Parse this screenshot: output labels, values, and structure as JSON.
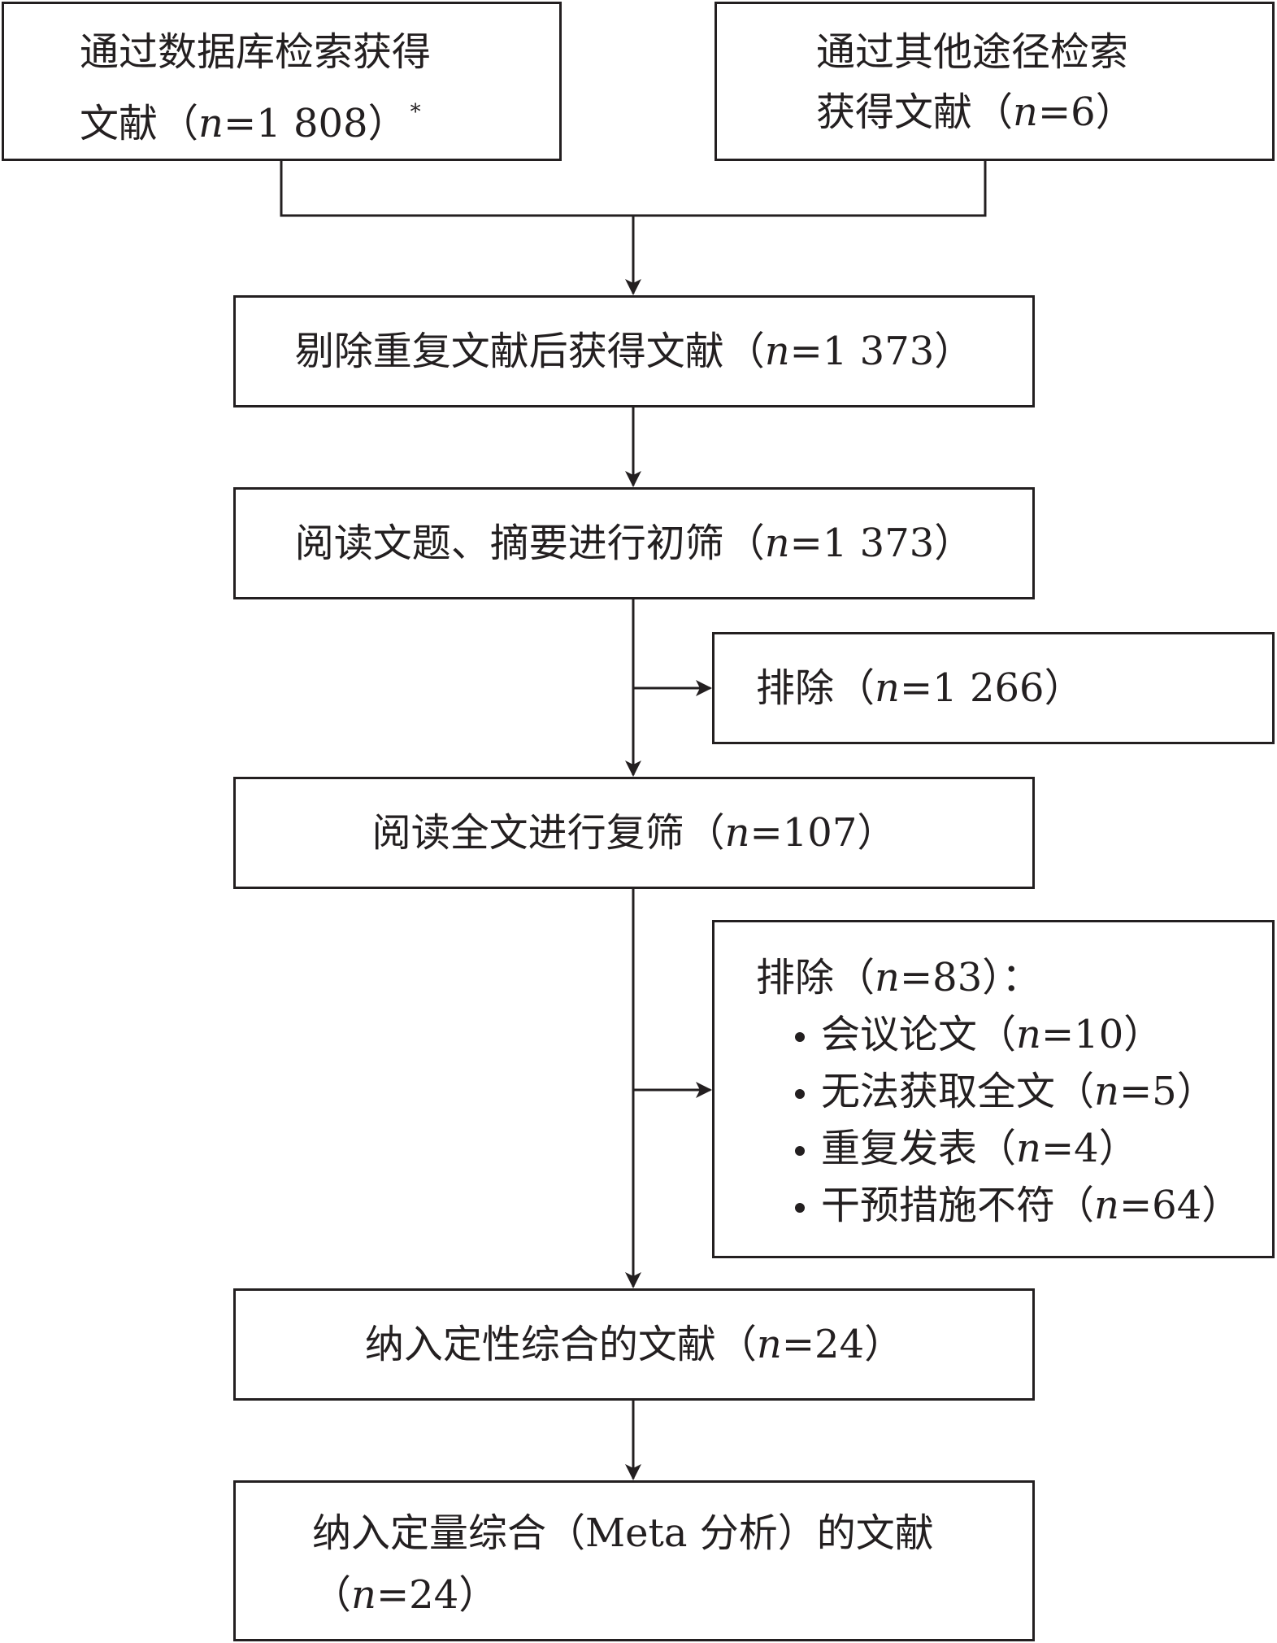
{
  "boxes": {
    "database": {
      "line1": "通过数据库检索获得",
      "line2_text": "文献",
      "line2_count": "1 808",
      "footnote_mark": "*"
    },
    "other": {
      "line1": "通过其他途径检索",
      "line2_text": "获得文献",
      "line2_count": "6"
    },
    "dedup": {
      "text": "剔除重复文献后获得文献",
      "count": "1 373"
    },
    "initial_screen": {
      "text": "阅读文题、摘要进行初筛",
      "count": "1 373"
    },
    "excluded_1": {
      "text": "排除",
      "count": "1 266"
    },
    "full_text": {
      "text": "阅读全文进行复筛",
      "count": "107"
    },
    "excluded_2": {
      "text": "排除",
      "count": "83",
      "suffix": "：",
      "reasons": [
        {
          "label": "会议论文",
          "count": "10"
        },
        {
          "label": "无法获取全文",
          "count": "5"
        },
        {
          "label": "重复发表",
          "count": "4"
        },
        {
          "label": "干预措施不符",
          "count": "64"
        }
      ]
    },
    "qualitative": {
      "text": "纳入定性综合的文献",
      "count": "24"
    },
    "quantitative": {
      "line1": "纳入定量综合（Meta 分析）的文献",
      "count": "24"
    }
  },
  "symbols": {
    "n": "n",
    "eq": "=",
    "lparen": "（",
    "rparen": "）"
  },
  "colors": {
    "line": "#231f20",
    "background": "#ffffff"
  }
}
